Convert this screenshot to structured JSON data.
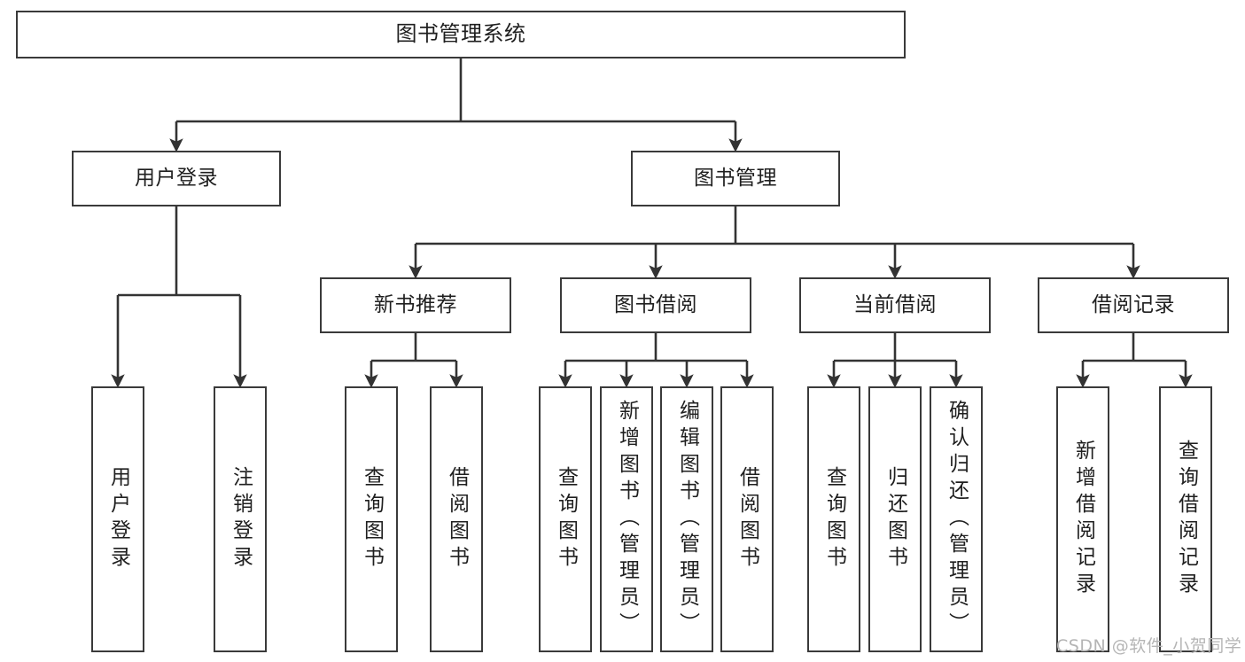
{
  "diagram": {
    "title": "图书管理系统",
    "type": "tree-hierarchy",
    "orientation": "top-down",
    "colors": {
      "box_border": "#3a3a3a",
      "box_fill": "#ffffff",
      "connector": "#333333",
      "text": "#1f1f1f",
      "watermark": "#b5b5b5",
      "background": "#ffffff"
    },
    "nodes": {
      "root": {
        "label": "图书管理系统",
        "level": 1
      },
      "level2": [
        {
          "id": "user-login",
          "label": "用户登录"
        },
        {
          "id": "book-manage",
          "label": "图书管理"
        }
      ],
      "level3": [
        {
          "id": "new-book-recommend",
          "label": "新书推荐"
        },
        {
          "id": "book-borrow",
          "label": "图书借阅"
        },
        {
          "id": "current-borrow",
          "label": "当前借阅"
        },
        {
          "id": "borrow-record",
          "label": "借阅记录"
        }
      ],
      "leaves": {
        "user-login": [
          {
            "id": "leaf-user-login",
            "label": "用户登录"
          },
          {
            "id": "leaf-user-logout",
            "label": "注销登录"
          }
        ],
        "new-book-recommend": [
          {
            "id": "leaf-query-book-1",
            "label": "查询图书"
          },
          {
            "id": "leaf-borrow-book-1",
            "label": "借阅图书"
          }
        ],
        "book-borrow": [
          {
            "id": "leaf-query-book-2",
            "label": "查询图书"
          },
          {
            "id": "leaf-add-book",
            "label": "新增图书（管理员）"
          },
          {
            "id": "leaf-edit-book",
            "label": "编辑图书（管理员）"
          },
          {
            "id": "leaf-borrow-book-2",
            "label": "借阅图书"
          }
        ],
        "current-borrow": [
          {
            "id": "leaf-query-book-3",
            "label": "查询图书"
          },
          {
            "id": "leaf-return-book",
            "label": "归还图书"
          },
          {
            "id": "leaf-confirm-return",
            "label": "确认归还（管理员）"
          }
        ],
        "borrow-record": [
          {
            "id": "leaf-add-record",
            "label": "新增借阅记录"
          },
          {
            "id": "leaf-query-record",
            "label": "查询借阅记录"
          }
        ]
      }
    },
    "watermark": "CSDN @软件_小贺同学"
  }
}
